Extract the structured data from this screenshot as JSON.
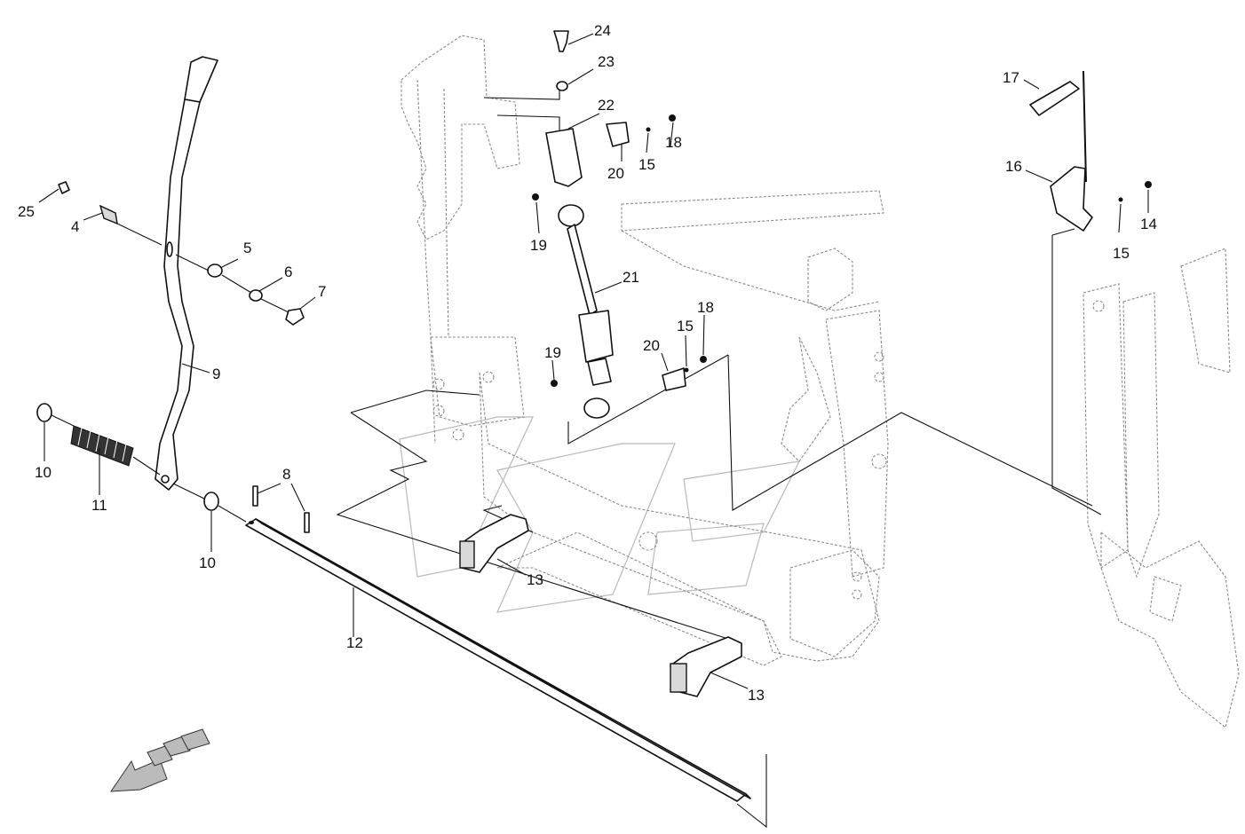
{
  "diagram": {
    "type": "exploded-parts-view",
    "callouts": [
      {
        "id": "c24",
        "label": "24"
      },
      {
        "id": "c23",
        "label": "23"
      },
      {
        "id": "c22",
        "label": "22"
      },
      {
        "id": "c18a",
        "label": "18"
      },
      {
        "id": "c20a",
        "label": "20"
      },
      {
        "id": "c15a",
        "label": "15"
      },
      {
        "id": "c19a",
        "label": "19"
      },
      {
        "id": "c21",
        "label": "21"
      },
      {
        "id": "c18b",
        "label": "18"
      },
      {
        "id": "c15b",
        "label": "15"
      },
      {
        "id": "c20b",
        "label": "20"
      },
      {
        "id": "c19b",
        "label": "19"
      },
      {
        "id": "c17",
        "label": "17"
      },
      {
        "id": "c16",
        "label": "16"
      },
      {
        "id": "c14",
        "label": "14"
      },
      {
        "id": "c15c",
        "label": "15"
      },
      {
        "id": "c25",
        "label": "25"
      },
      {
        "id": "c4",
        "label": "4"
      },
      {
        "id": "c5",
        "label": "5"
      },
      {
        "id": "c6",
        "label": "6"
      },
      {
        "id": "c7",
        "label": "7"
      },
      {
        "id": "c9",
        "label": "9"
      },
      {
        "id": "c10a",
        "label": "10"
      },
      {
        "id": "c11",
        "label": "11"
      },
      {
        "id": "c10b",
        "label": "10"
      },
      {
        "id": "c8",
        "label": "8"
      },
      {
        "id": "c12",
        "label": "12"
      },
      {
        "id": "c13a",
        "label": "13"
      },
      {
        "id": "c13b",
        "label": "13"
      }
    ],
    "direction_arrow": "front-direction-arrow"
  }
}
